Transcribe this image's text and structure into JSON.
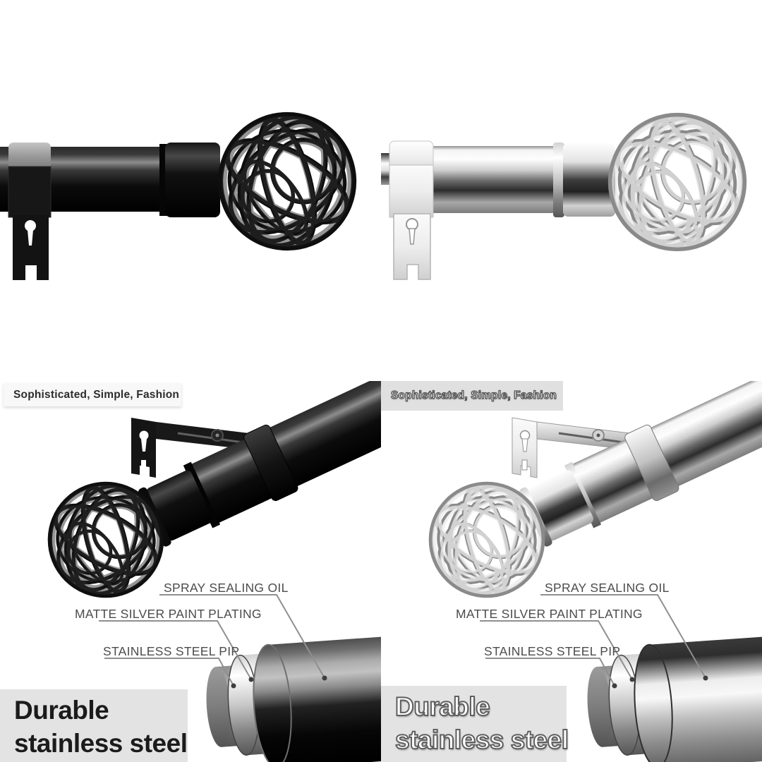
{
  "quadrants": {
    "bottom_left": {
      "tagline": "Sophisticated, Simple, Fashion",
      "callouts": [
        {
          "label": "SPRAY SEALING OIL"
        },
        {
          "label": "MATTE SILVER PAINT PLATING"
        },
        {
          "label": "STAINLESS STEEL PIP"
        }
      ],
      "caption": {
        "line1": "Durable",
        "line2": "stainless steel"
      }
    },
    "bottom_right": {
      "tagline": "Sophisticated, Simple, Fashion",
      "callouts": [
        {
          "label": "SPRAY SEALING OIL"
        },
        {
          "label": "MATTE SILVER PAINT PLATING"
        },
        {
          "label": "STAINLESS STEEL PIP"
        }
      ],
      "caption": {
        "line1": "Durable",
        "line2": "stainless steel"
      }
    }
  },
  "colors": {
    "background": "#ffffff",
    "black_finish": "#0d0d0d",
    "chrome_highlight": "#f4f4f4",
    "steel_gray": "#9a9a9a",
    "tagline_text": "#2d2d2d",
    "tagline_bar_light": "#f8f8f8",
    "tagline_bar_gray": "#e0e0e0",
    "callout_text": "#4c4c4c",
    "leader_line": "#8f8f8f",
    "panel_gray": "#e3e3e3",
    "caption_text": "#1b1b1b",
    "outline_stroke": "#5f5f5f"
  }
}
